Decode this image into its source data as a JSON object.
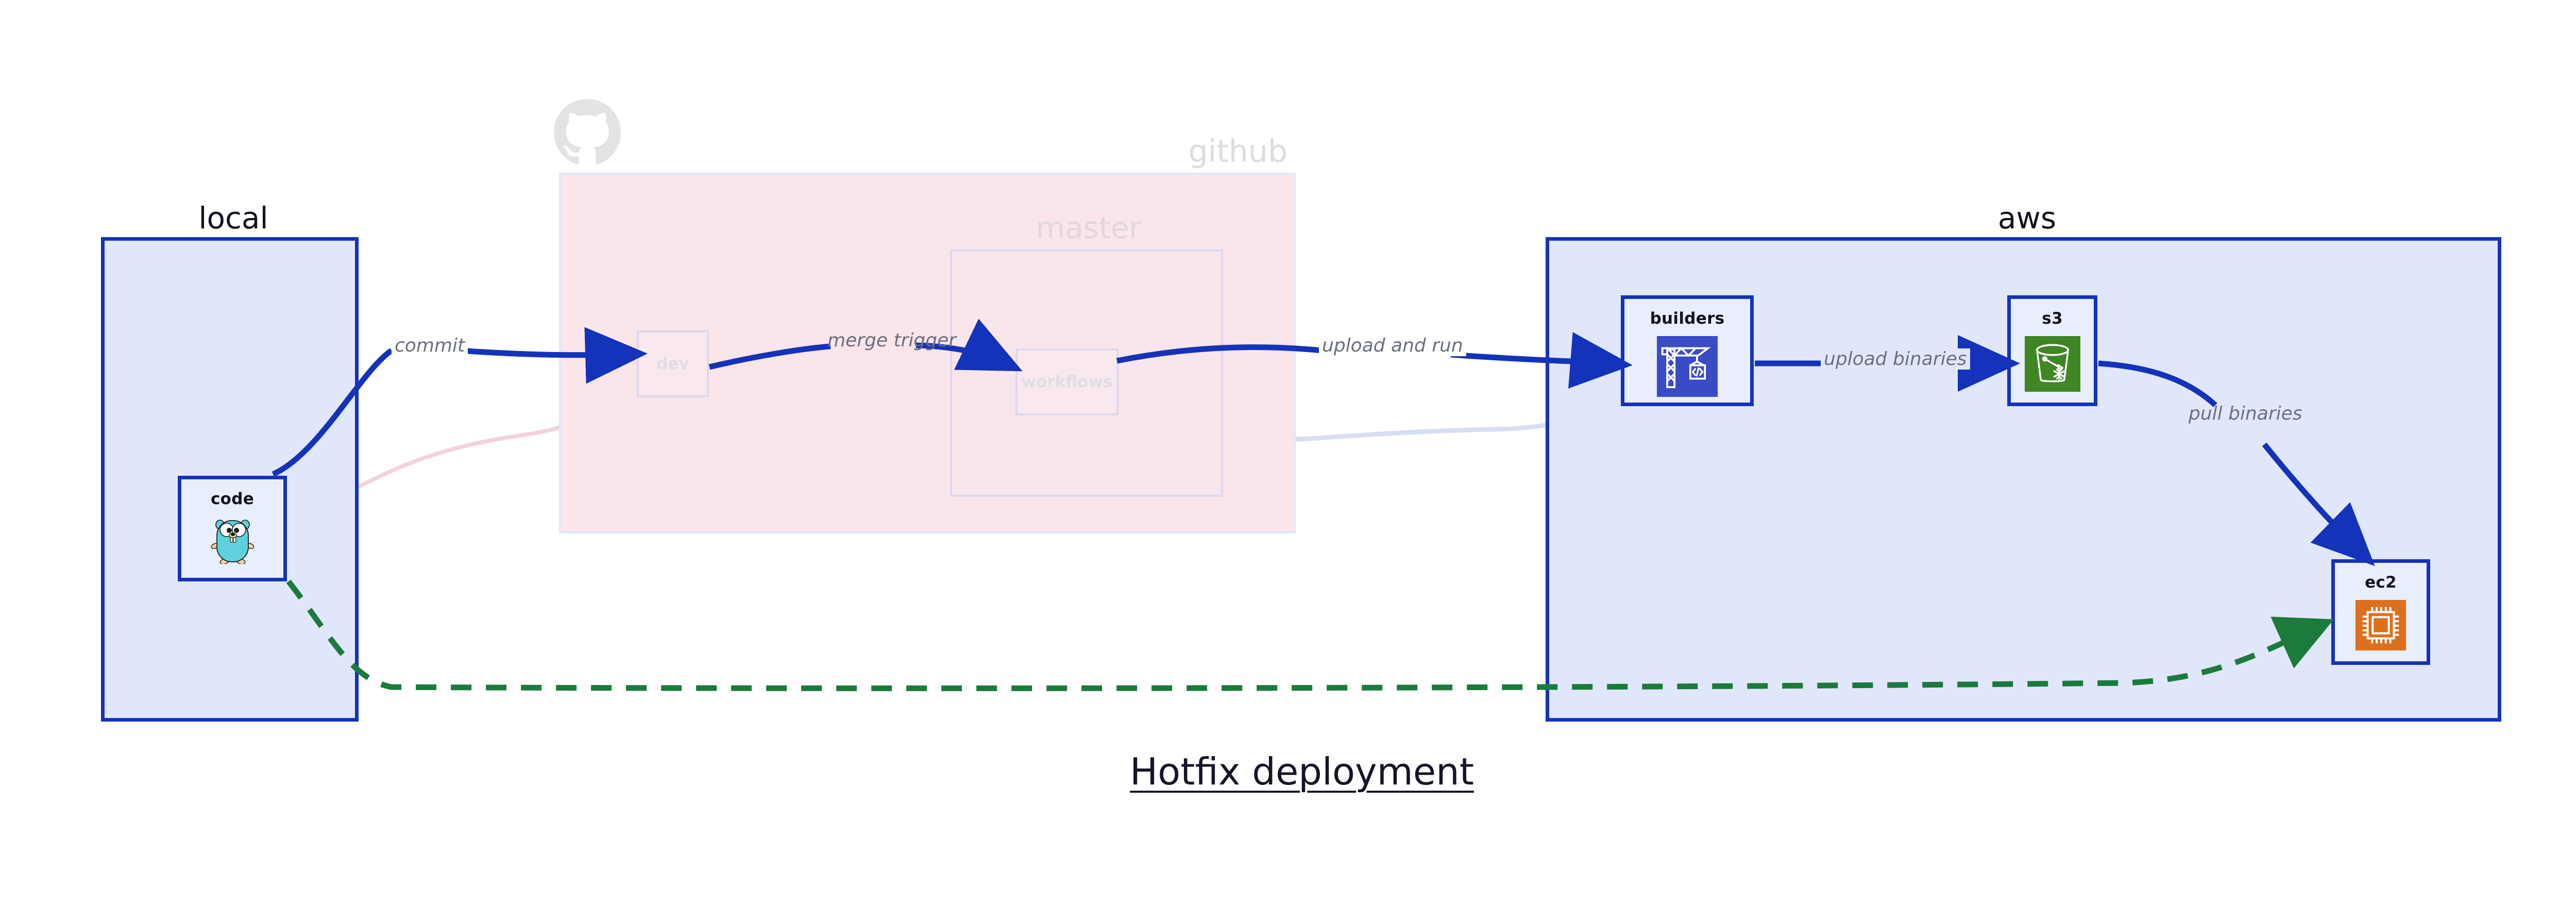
{
  "diagram": {
    "caption": "Hotfix deployment",
    "groups": [
      {
        "id": "local",
        "label": "local"
      },
      {
        "id": "github",
        "label": "github",
        "faded": true
      },
      {
        "id": "master",
        "label": "master",
        "faded": true
      },
      {
        "id": "aws",
        "label": "aws"
      }
    ],
    "nodes": [
      {
        "id": "code",
        "label": "code",
        "icon": "go-gopher-icon",
        "group": "local"
      },
      {
        "id": "dev",
        "label": "dev",
        "icon": "none",
        "group": "github",
        "faded": true
      },
      {
        "id": "workflows",
        "label": "workflows",
        "icon": "none",
        "group": "master",
        "faded": true
      },
      {
        "id": "builders",
        "label": "builders",
        "icon": "aws-codebuild-crane-icon",
        "group": "aws",
        "icon_color": "#3a4bc8"
      },
      {
        "id": "s3",
        "label": "s3",
        "icon": "aws-s3-bucket-icon",
        "group": "aws",
        "icon_color": "#3f8624"
      },
      {
        "id": "ec2",
        "label": "ec2",
        "icon": "aws-ec2-chip-icon",
        "group": "aws",
        "icon_color": "#dd701c"
      }
    ],
    "edges": [
      {
        "id": "commit",
        "label": "commit",
        "from": "code",
        "to": "dev",
        "style": "solid",
        "color": "#1433ba"
      },
      {
        "id": "merge-trigger",
        "label": "merge trigger",
        "from": "dev",
        "to": "workflows",
        "style": "solid",
        "color": "#1433ba"
      },
      {
        "id": "upload-and-run",
        "label": "upload and run",
        "from": "workflows",
        "to": "builders",
        "style": "solid",
        "color": "#1433ba"
      },
      {
        "id": "upload-binaries",
        "label": "upload binaries",
        "from": "builders",
        "to": "s3",
        "style": "solid",
        "color": "#1433ba"
      },
      {
        "id": "pull-binaries",
        "label": "pull binaries",
        "from": "s3",
        "to": "ec2",
        "style": "solid",
        "color": "#1433ba"
      },
      {
        "id": "hotfix-direct",
        "label": "",
        "from": "code",
        "to": "ec2",
        "style": "dashed",
        "color": "#1b7a3c"
      }
    ],
    "faded_edges": [
      {
        "id": "faded-code-dev",
        "from": "code",
        "to": "dev",
        "color": "#f6dde3"
      },
      {
        "id": "faded-dev-workflows",
        "from": "dev",
        "to": "workflows",
        "color": "#e3dff0"
      },
      {
        "id": "faded-workflows-builders",
        "from": "workflows",
        "to": "builders",
        "color": "#dfe3f6"
      }
    ],
    "colors": {
      "group_fill": "#e1e7fb",
      "group_border": "#1433ba",
      "github_fill": "#fae5ea",
      "node_fill": "#e9eefc",
      "edge_blue": "#1433ba",
      "edge_green": "#1b7a3c",
      "label_gray": "#6b6f80",
      "faded_gray": "#dcdcdc",
      "text_dark": "#12131f"
    },
    "icons": {
      "octocat": "github-octocat-icon"
    }
  }
}
